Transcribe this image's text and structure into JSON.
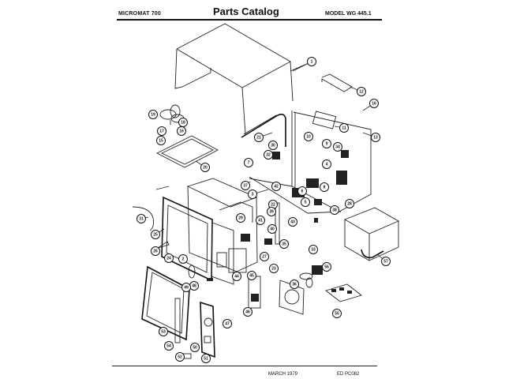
{
  "header": {
    "product": "MICROMAT 700",
    "title": "Parts Catalog",
    "model": "MODEL WG 445.1"
  },
  "footer": {
    "date": "MARCH 1979",
    "code": "ED PC082"
  },
  "diagram": {
    "description": "Exploded view of microwave oven parts",
    "callouts": [
      {
        "id": "c1",
        "label": "1"
      },
      {
        "id": "c12",
        "label": "12"
      },
      {
        "id": "c16",
        "label": "16"
      },
      {
        "id": "c13",
        "label": "13"
      },
      {
        "id": "c11",
        "label": "11"
      },
      {
        "id": "c10",
        "label": "10"
      },
      {
        "id": "c9",
        "label": "9"
      },
      {
        "id": "c21",
        "label": "21"
      },
      {
        "id": "c19",
        "label": "19"
      },
      {
        "id": "c18",
        "label": "18"
      },
      {
        "id": "c17",
        "label": "17"
      },
      {
        "id": "c16b",
        "label": "16"
      },
      {
        "id": "c15",
        "label": "15"
      },
      {
        "id": "c20",
        "label": "20"
      },
      {
        "id": "c30",
        "label": "30"
      },
      {
        "id": "c32",
        "label": "32"
      },
      {
        "id": "c34",
        "label": "34"
      },
      {
        "id": "c4",
        "label": "4"
      },
      {
        "id": "c7",
        "label": "7"
      },
      {
        "id": "c37",
        "label": "37"
      },
      {
        "id": "c3",
        "label": "3"
      },
      {
        "id": "c42",
        "label": "42"
      },
      {
        "id": "c8",
        "label": "8"
      },
      {
        "id": "c5",
        "label": "5"
      },
      {
        "id": "c6",
        "label": "6"
      },
      {
        "id": "c28",
        "label": "28"
      },
      {
        "id": "c38",
        "label": "38"
      },
      {
        "id": "c22",
        "label": "22"
      },
      {
        "id": "c31",
        "label": "31"
      },
      {
        "id": "c25",
        "label": "25"
      },
      {
        "id": "c26",
        "label": "26"
      },
      {
        "id": "c2",
        "label": "2"
      },
      {
        "id": "c24",
        "label": "24"
      },
      {
        "id": "c29",
        "label": "29"
      },
      {
        "id": "c41",
        "label": "41"
      },
      {
        "id": "c39",
        "label": "39"
      },
      {
        "id": "c40",
        "label": "40"
      },
      {
        "id": "c43",
        "label": "43"
      },
      {
        "id": "c35",
        "label": "35"
      },
      {
        "id": "c27",
        "label": "27"
      },
      {
        "id": "c23",
        "label": "23"
      },
      {
        "id": "c33",
        "label": "33"
      },
      {
        "id": "c36",
        "label": "36"
      },
      {
        "id": "c44",
        "label": "44"
      },
      {
        "id": "c45",
        "label": "45"
      },
      {
        "id": "c46",
        "label": "46"
      },
      {
        "id": "c47",
        "label": "47"
      },
      {
        "id": "c48",
        "label": "48"
      },
      {
        "id": "c49",
        "label": "49"
      },
      {
        "id": "c50",
        "label": "50"
      },
      {
        "id": "c51",
        "label": "51"
      },
      {
        "id": "c52",
        "label": "52"
      },
      {
        "id": "c53",
        "label": "53"
      },
      {
        "id": "c54",
        "label": "54"
      },
      {
        "id": "c55",
        "label": "55"
      },
      {
        "id": "c56",
        "label": "56"
      },
      {
        "id": "c57",
        "label": "57"
      }
    ]
  }
}
